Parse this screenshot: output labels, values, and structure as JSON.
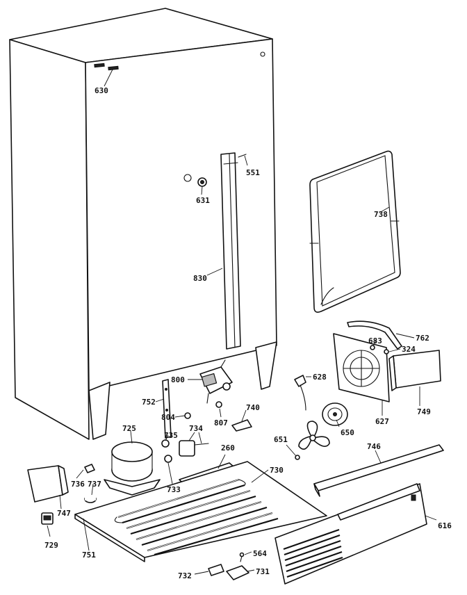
{
  "callouts": {
    "p630": "630",
    "p551": "551",
    "p631": "631",
    "p738": "738",
    "p830": "830",
    "p762": "762",
    "p683": "683",
    "p324": "324",
    "p628": "628",
    "p800": "800",
    "p752": "752",
    "p804": "804",
    "p807": "807",
    "p740": "740",
    "p725": "725",
    "p735": "735",
    "p734": "734",
    "p260": "260",
    "p650": "650",
    "p627": "627",
    "p749": "749",
    "p651": "651",
    "p746": "746",
    "p730": "730",
    "p736": "736",
    "p737": "737",
    "p733": "733",
    "p747": "747",
    "p729": "729",
    "p751": "751",
    "p616": "616",
    "p564": "564",
    "p732": "732",
    "p731": "731"
  }
}
